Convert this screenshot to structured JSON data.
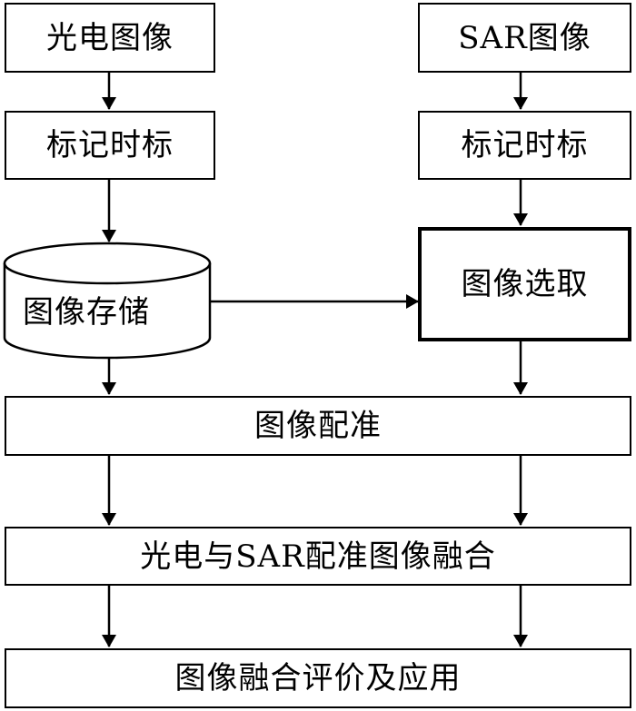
{
  "nodes": {
    "optical_image": "光电图像",
    "sar_image": "SAR图像",
    "optical_timestamp": "标记时标",
    "sar_timestamp": "标记时标",
    "image_storage": "图像存储",
    "image_selection": "图像选取",
    "image_registration": "图像配准",
    "fusion": "光电与SAR配准图像融合",
    "evaluation": "图像融合评价及应用"
  },
  "edges": [
    {
      "from": "optical_image",
      "to": "optical_timestamp"
    },
    {
      "from": "sar_image",
      "to": "sar_timestamp"
    },
    {
      "from": "optical_timestamp",
      "to": "image_storage"
    },
    {
      "from": "sar_timestamp",
      "to": "image_selection"
    },
    {
      "from": "image_storage",
      "to": "image_selection"
    },
    {
      "from": "image_storage",
      "to": "image_registration"
    },
    {
      "from": "image_selection",
      "to": "image_registration"
    },
    {
      "from": "image_registration",
      "to": "fusion"
    },
    {
      "from": "fusion",
      "to": "evaluation"
    }
  ]
}
